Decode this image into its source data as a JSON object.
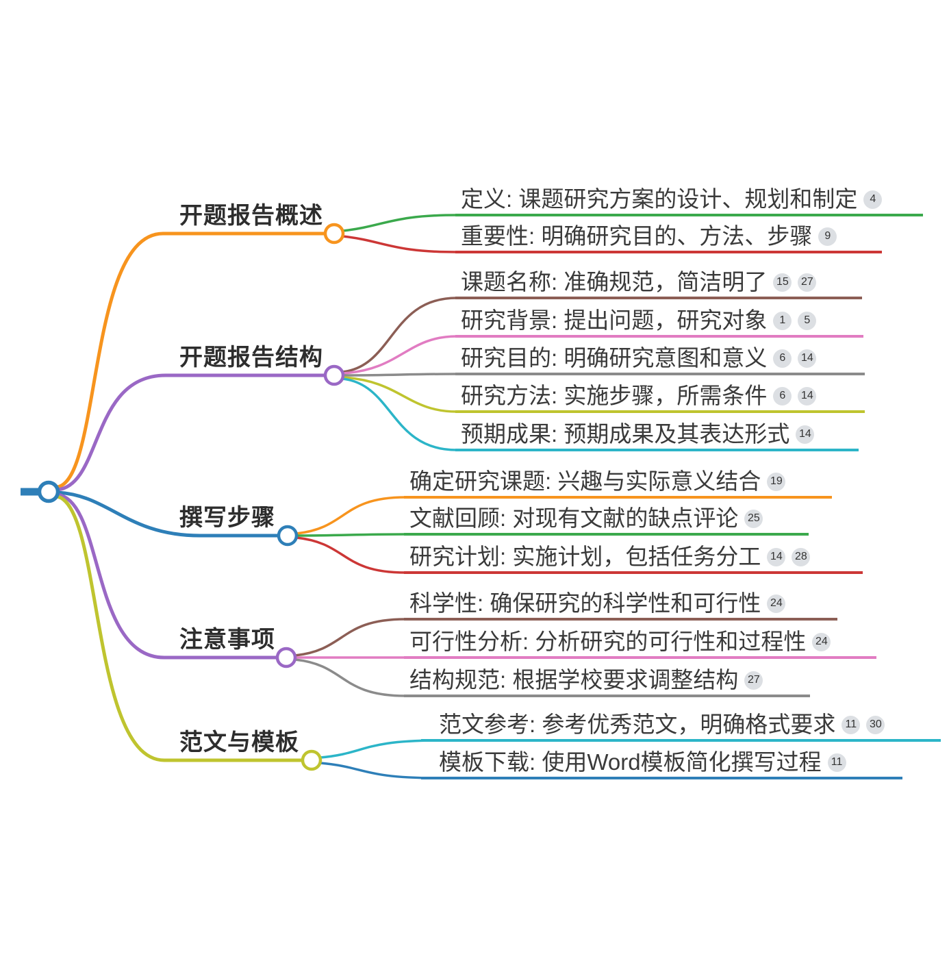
{
  "palette": {
    "blue": "#2E7FB8",
    "orange": "#F7941E",
    "green": "#3BA94C",
    "red": "#CC3736",
    "purple": "#9A68C5",
    "brown": "#8C5E55",
    "pink": "#E17CC2",
    "gray": "#8B8B8B",
    "olive": "#BFC42F",
    "cyan": "#2CB5C8",
    "badge_bg": "#DCDFE3",
    "text": "#3A3A3A"
  },
  "branches": [
    {
      "label": "开题报告概述",
      "color": "#F7941E",
      "children": [
        {
          "text": "定义: 课题研究方案的设计、规划和制定",
          "badges": [
            "4"
          ],
          "color": "#3BA94C"
        },
        {
          "text": "重要性: 明确研究目的、方法、步骤",
          "badges": [
            "9"
          ],
          "color": "#CC3736"
        }
      ]
    },
    {
      "label": "开题报告结构",
      "color": "#9A68C5",
      "children": [
        {
          "text": "课题名称: 准确规范，简洁明了",
          "badges": [
            "15",
            "27"
          ],
          "color": "#8C5E55"
        },
        {
          "text": "研究背景: 提出问题，研究对象",
          "badges": [
            "1",
            "5"
          ],
          "color": "#E17CC2"
        },
        {
          "text": "研究目的: 明确研究意图和意义",
          "badges": [
            "6",
            "14"
          ],
          "color": "#8B8B8B"
        },
        {
          "text": "研究方法: 实施步骤，所需条件",
          "badges": [
            "6",
            "14"
          ],
          "color": "#BFC42F"
        },
        {
          "text": "预期成果: 预期成果及其表达形式",
          "badges": [
            "14"
          ],
          "color": "#2CB5C8"
        }
      ]
    },
    {
      "label": "撰写步骤",
      "color": "#2E7FB8",
      "children": [
        {
          "text": "确定研究课题: 兴趣与实际意义结合",
          "badges": [
            "19"
          ],
          "color": "#F7941E"
        },
        {
          "text": "文献回顾: 对现有文献的缺点评论",
          "badges": [
            "25"
          ],
          "color": "#3BA94C"
        },
        {
          "text": "研究计划: 实施计划，包括任务分工",
          "badges": [
            "14",
            "28"
          ],
          "color": "#CC3736"
        }
      ]
    },
    {
      "label": "注意事项",
      "color": "#9A68C5",
      "children": [
        {
          "text": "科学性: 确保研究的科学性和可行性",
          "badges": [
            "24"
          ],
          "color": "#8C5E55"
        },
        {
          "text": "可行性分析: 分析研究的可行性和过程性",
          "badges": [
            "24"
          ],
          "color": "#E17CC2"
        },
        {
          "text": "结构规范: 根据学校要求调整结构",
          "badges": [
            "27"
          ],
          "color": "#8B8B8B"
        }
      ]
    },
    {
      "label": "范文与模板",
      "color": "#BFC42F",
      "children": [
        {
          "text": "范文参考: 参考优秀范文，明确格式要求",
          "badges": [
            "11",
            "30"
          ],
          "color": "#2CB5C8"
        },
        {
          "text": "模板下载: 使用Word模板简化撰写过程",
          "badges": [
            "11"
          ],
          "color": "#2E7FB8"
        }
      ]
    }
  ]
}
